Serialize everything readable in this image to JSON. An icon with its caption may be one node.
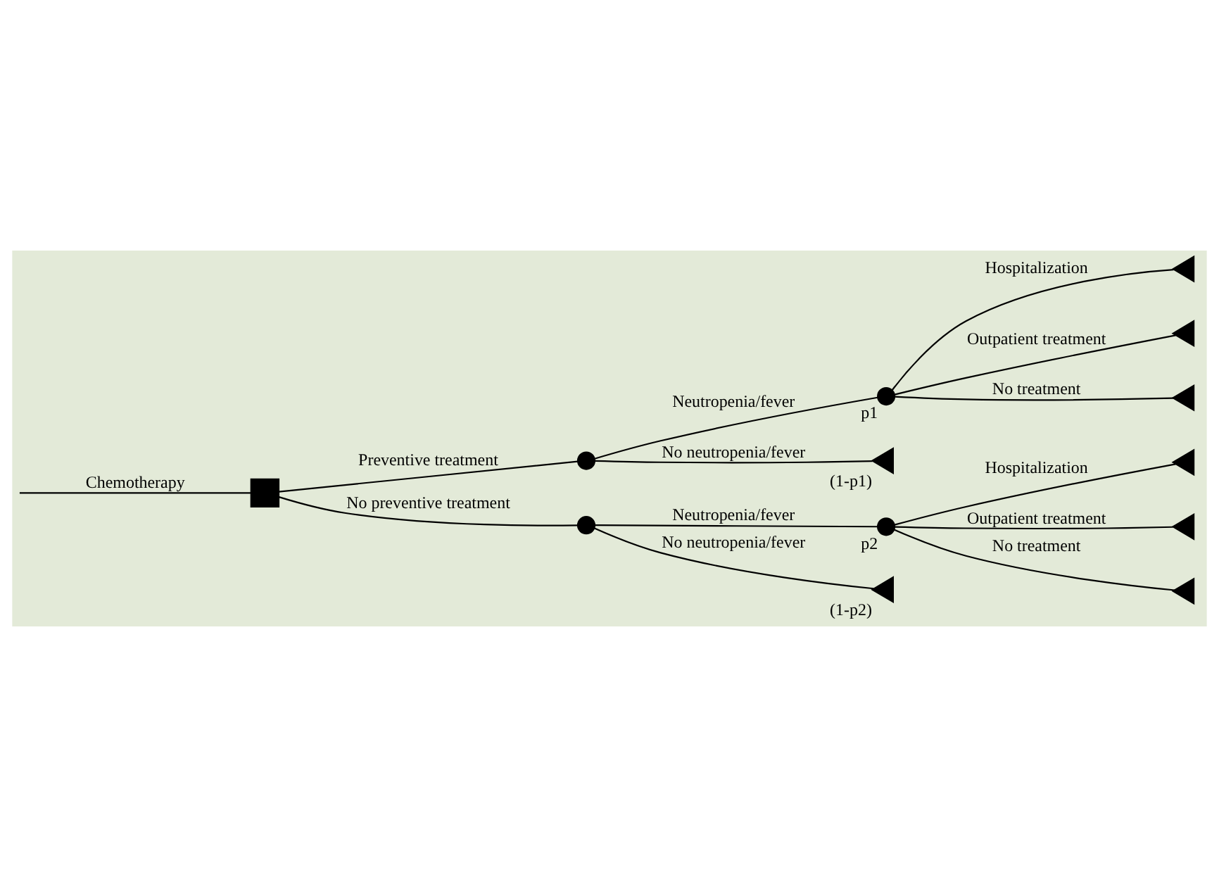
{
  "diagram": {
    "nodes": [
      {
        "text": [],
        "shape": "box"
      },
      {
        "text": [],
        "shape": "circle"
      },
      {
        "text": [],
        "shape": "circle",
        "beside": [
          "p1"
        ]
      },
      {
        "text": [],
        "shape": "triangle"
      },
      {
        "text": [],
        "shape": "triangle"
      },
      {
        "text": [],
        "shape": "triangle"
      },
      {
        "text": [],
        "shape": "triangle",
        "beside": [
          "(1-p1)"
        ]
      },
      {
        "text": [],
        "shape": "circle"
      },
      {
        "text": [],
        "shape": "circle",
        "beside": [
          "p2"
        ]
      },
      {
        "text": [],
        "shape": "triangle"
      },
      {
        "text": [],
        "shape": "triangle"
      },
      {
        "text": [],
        "shape": "triangle"
      },
      {
        "text": [],
        "shape": "triangle",
        "beside": [
          "(1-p2)"
        ]
      }
    ],
    "edges": [
      {
        "from": null,
        "to": 0,
        "arrow": "none",
        "label": "Chemotherapy"
      },
      {
        "from": 0,
        "to": 1,
        "arrow": "none",
        "label": "Preventive treatment"
      },
      {
        "from": 1,
        "to": 2,
        "arrow": "none",
        "label": "Neutropenia/fever"
      },
      {
        "from": 2,
        "to": 3,
        "arrow": "none",
        "label": "Hospitalization"
      },
      {
        "from": 2,
        "to": 4,
        "arrow": "none",
        "label": "Outpatient treatment"
      },
      {
        "from": 2,
        "to": 5,
        "arrow": "none",
        "label": "No treatment"
      },
      {
        "from": 1,
        "to": 6,
        "arrow": "none",
        "label": "No neutropenia/fever"
      },
      {
        "from": 0,
        "to": 7,
        "arrow": "none",
        "label": "No preventive treatment"
      },
      {
        "from": 7,
        "to": 8,
        "arrow": "none",
        "label": "Neutropenia/fever"
      },
      {
        "from": 8,
        "to": 9,
        "arrow": "none",
        "label": "Hospitalization"
      },
      {
        "from": 8,
        "to": 10,
        "arrow": "none",
        "label": "Outpatient treatment"
      },
      {
        "from": 8,
        "to": 11,
        "arrow": "none",
        "label": "No treatment"
      },
      {
        "from": 7,
        "to": 12,
        "arrow": "none",
        "label": "No neutropenia/fever"
      }
    ]
  }
}
